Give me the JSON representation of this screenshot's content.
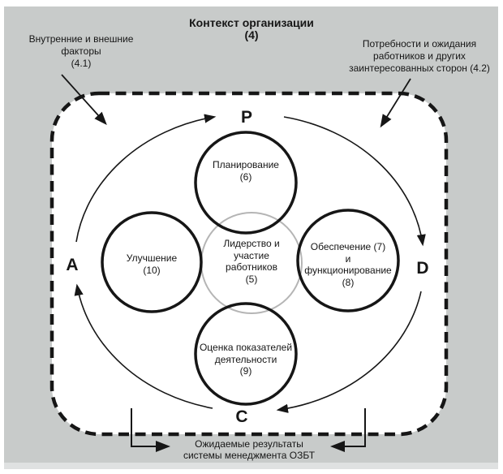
{
  "colors": {
    "page_bg": "#ffffff",
    "panel_bg": "#c8cbca",
    "inner_bg": "#ffffff",
    "line": "#161616",
    "center_circle_stroke": "#b5b5b5"
  },
  "title": {
    "lines": [
      "Контекст организации",
      "(4)"
    ]
  },
  "external_labels": {
    "internal_external_factors": {
      "lines": [
        "Внутренние и внешние",
        "факторы",
        "(4.1)"
      ]
    },
    "needs_expectations": {
      "lines": [
        "Потребности и ожидания",
        "работников и других",
        "заинтересованных сторон (4.2)"
      ]
    },
    "expected_results": {
      "lines": [
        "Ожидаемые результаты",
        "системы менеджмента ОЗБТ"
      ]
    }
  },
  "pdca": {
    "p": "P",
    "d": "D",
    "c": "C",
    "a": "A"
  },
  "circles": {
    "planning": {
      "lines": [
        "Планирование",
        "(6)"
      ]
    },
    "leadership": {
      "lines": [
        "Лидерство и",
        "участие",
        "работников",
        "(5)"
      ]
    },
    "support_operation": {
      "lines": [
        "Обеспечение (7)",
        "и",
        "функционирование",
        "(8)"
      ]
    },
    "performance_evaluation": {
      "lines": [
        "Оценка показателей",
        "деятельности",
        "(9)"
      ]
    },
    "improvement": {
      "lines": [
        "Улучшение",
        "(10)"
      ]
    }
  }
}
